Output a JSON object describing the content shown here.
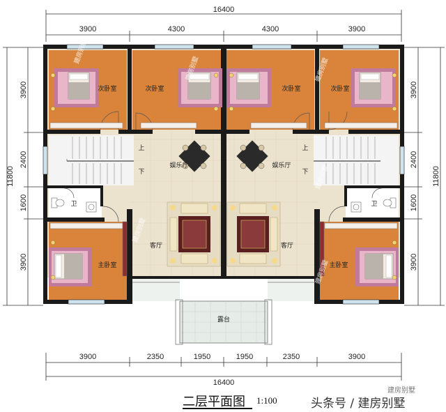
{
  "dimensions": {
    "top_total": "16400",
    "top_segments": [
      "3900",
      "4300",
      "4300",
      "3900"
    ],
    "bottom_segments": [
      "3900",
      "2350",
      "1950",
      "1950",
      "2350",
      "3900"
    ],
    "bottom_total": "16400",
    "left_total": "11800",
    "left_segments": [
      "3900",
      "2400",
      "1600",
      "3900"
    ],
    "right_total": "11800",
    "right_segments": [
      "3900",
      "2400",
      "1600",
      "3900"
    ]
  },
  "rooms": {
    "secondary_bedroom": "次卧室",
    "master_bedroom": "主卧室",
    "entertainment_hall": "娱乐厅",
    "living_room": "客厅",
    "bathroom": "卫",
    "terrace": "露台",
    "stair_up": "上",
    "stair_down": "下"
  },
  "watermark": "建房别墅",
  "footer": {
    "title": "二层平面图",
    "scale": "1:100",
    "source": "头条号 / 建房别墅",
    "logo": "建房别墅"
  },
  "colors": {
    "wall": "#1a1a1a",
    "bedroom_floor": "#d9843a",
    "hall_floor": "#ece3cf",
    "bath_floor": "#ffffff",
    "rug": "#c07a9b",
    "terrace_floor": "#e6ece8"
  }
}
